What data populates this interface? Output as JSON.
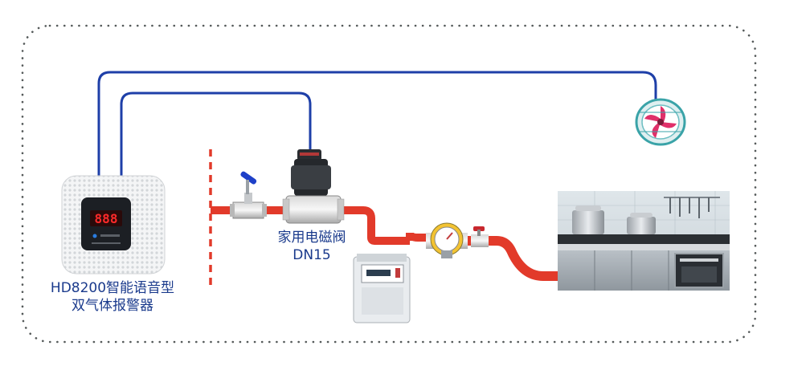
{
  "alarm": {
    "display_value": "888",
    "label_line1": "HD8200智能语音型",
    "label_line2": "双气体报警器"
  },
  "valve": {
    "label_line1": "家用电磁阀",
    "label_line2": "DN15"
  },
  "colors": {
    "wire": "#1e3fa8",
    "gas_pipe": "#e23a2a",
    "dotted_border": "#555a5a",
    "wall_marker": "#e23a2a",
    "label_text": "#1a3a8c",
    "fan_blade": "#e0306a",
    "fan_frame": "#3aa3a8"
  },
  "icons": {
    "alarm": "gas-alarm-icon",
    "solenoid_valve": "solenoid-valve-icon",
    "ball_valve": "ball-valve-icon",
    "gas_meter": "gas-meter-icon",
    "regulator": "pressure-regulator-icon",
    "fan": "exhaust-fan-icon",
    "kitchen": "kitchen-icon"
  }
}
